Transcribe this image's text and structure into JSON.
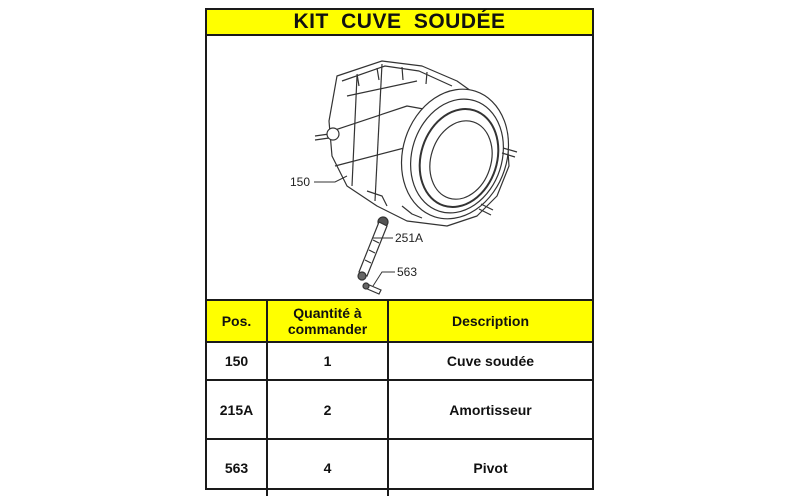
{
  "title": "KIT  CUVE  SOUDÉE",
  "diagram": {
    "description": "Exploded line drawing of washing machine welded tub with shock absorber and pivot",
    "callouts": [
      {
        "label": "150",
        "part": "tub"
      },
      {
        "label": "251A",
        "part": "shock-absorber"
      },
      {
        "label": "563",
        "part": "pivot"
      }
    ]
  },
  "table": {
    "headers": {
      "pos": "Pos.",
      "qty_line1": "Quantité à",
      "qty_line2": "commander",
      "description": "Description"
    },
    "rows": [
      {
        "pos": "150",
        "qty": "1",
        "description": "Cuve soudée"
      },
      {
        "pos": "215A",
        "qty": "2",
        "description": "Amortisseur"
      },
      {
        "pos": "563",
        "qty": "4",
        "description": "Pivot"
      }
    ]
  },
  "colors": {
    "header_yellow": "#ffff00",
    "border": "#1a1a1a"
  }
}
